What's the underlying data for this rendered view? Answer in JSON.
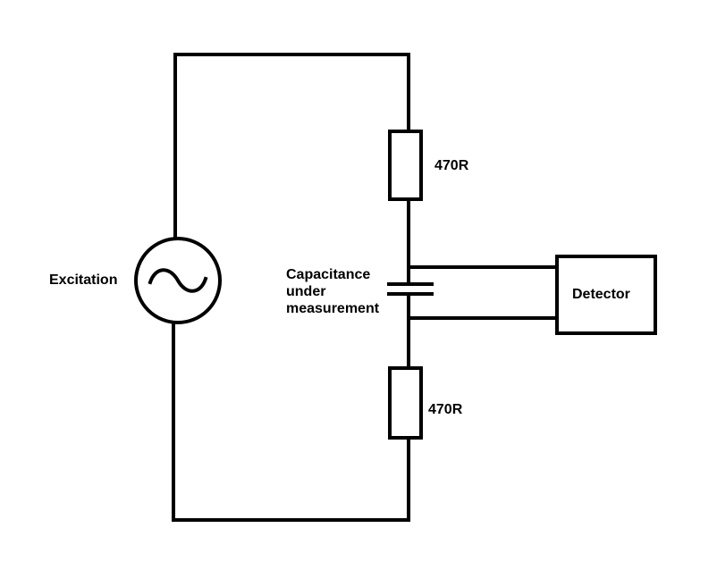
{
  "labels": {
    "excitation": "Excitation",
    "resistor_top": "470R",
    "resistor_bottom": "470R",
    "capacitor_line1": "Capacitance",
    "capacitor_line2": "under",
    "capacitor_line3": "measurement",
    "detector": "Detector"
  },
  "colors": {
    "line": "#000000",
    "background": "#ffffff"
  },
  "icons": {
    "source": "ac-sine-source-icon"
  }
}
